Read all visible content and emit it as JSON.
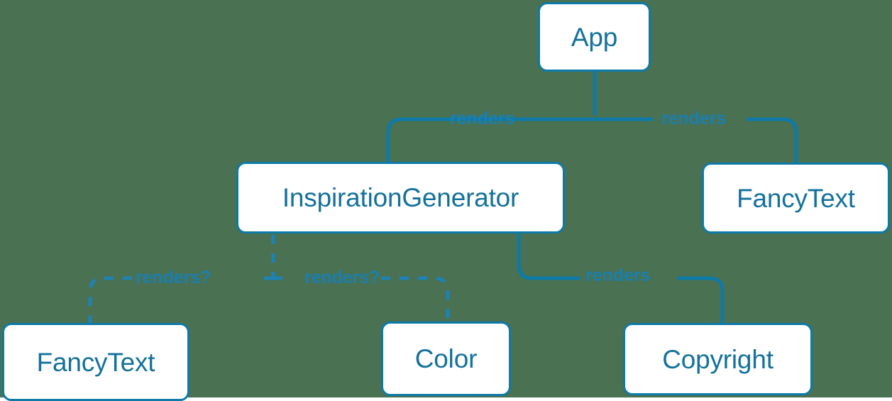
{
  "diagram": {
    "kind": "component-tree",
    "background_color": "#4a7151",
    "node_fill_color": "#ffffff",
    "node_border_color": "#0d7aa8",
    "node_text_color": "#14719c",
    "edge_color": "#0d7aa8",
    "edge_label_color": "#1a7fb0",
    "nodes": [
      {
        "id": "app",
        "label": "App"
      },
      {
        "id": "inspiration_generator",
        "label": "InspirationGenerator"
      },
      {
        "id": "fancytext_right",
        "label": "FancyText"
      },
      {
        "id": "fancytext_left",
        "label": "FancyText"
      },
      {
        "id": "color",
        "label": "Color"
      },
      {
        "id": "copyright",
        "label": "Copyright"
      }
    ],
    "edges": [
      {
        "from": "app",
        "to": "inspiration_generator",
        "label": "renders",
        "style": "solid"
      },
      {
        "from": "app",
        "to": "fancytext_right",
        "label": "renders",
        "style": "solid"
      },
      {
        "from": "inspiration_generator",
        "to": "fancytext_left",
        "label": "renders?",
        "style": "dashed"
      },
      {
        "from": "inspiration_generator",
        "to": "color",
        "label": "renders?",
        "style": "dashed"
      },
      {
        "from": "inspiration_generator",
        "to": "copyright",
        "label": "renders",
        "style": "solid"
      }
    ],
    "edge_labels": {
      "renders_left": "renders",
      "renders_right": "renders",
      "renders_q_left": "renders?",
      "renders_q_right": "renders?",
      "renders_bottom": "renders"
    }
  }
}
